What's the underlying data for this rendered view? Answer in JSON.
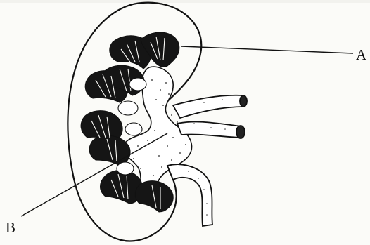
{
  "labels": {
    "a": "A",
    "b": "B"
  },
  "colors": {
    "ink": "#111111",
    "paper": "#fbfbf8"
  },
  "icons": [
    "kidney-diagram"
  ]
}
